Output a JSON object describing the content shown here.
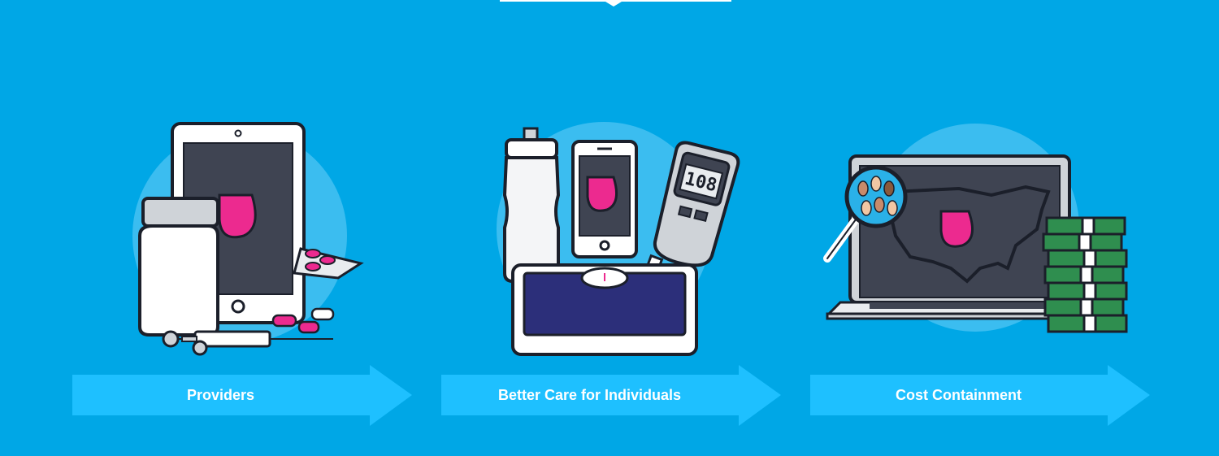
{
  "colors": {
    "background": "#00a7e6",
    "arrow": "#1ec0ff",
    "accent_pink": "#ec2a8f",
    "outline": "#1b1f2a",
    "screen": "#3f4452",
    "cash_green": "#2f8e4f"
  },
  "steps": [
    {
      "label": "Providers",
      "illustration": "tablet-pill-bottle-syringe-icon"
    },
    {
      "label": "Better Care for Individuals",
      "illustration": "water-bottle-phone-glucose-meter-scale-icon",
      "meter_reading": "108"
    },
    {
      "label": "Cost Containment",
      "illustration": "laptop-map-magnifier-cash-icon"
    }
  ]
}
